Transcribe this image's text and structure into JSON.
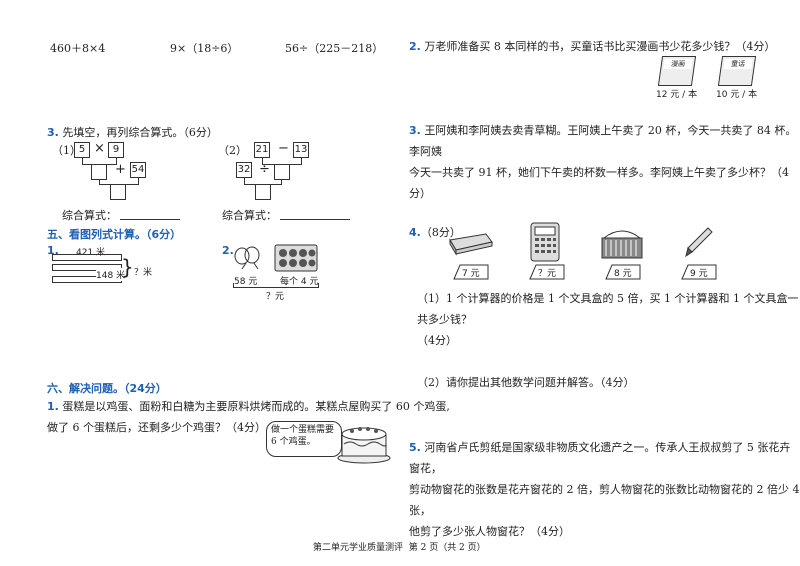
{
  "top_calcs": [
    "460＋8×4",
    "9×（18÷6）",
    "56÷（225－218）"
  ],
  "q3": {
    "number": "3.",
    "text": "先填空，再列综合算式。（6分）",
    "part1": {
      "label": "（1）",
      "a": "5",
      "op1": "×",
      "b": "9",
      "op2": "+",
      "c": "54"
    },
    "part2": {
      "label": "（2）",
      "a": "21",
      "op1": "−",
      "b": "13",
      "c": "32",
      "op2": "÷"
    },
    "formula_label": "综合算式：",
    "formula_label2": "综合算式："
  },
  "section5": {
    "title": "五、看图列式计算。（6分）",
    "q1": {
      "number": "1.",
      "total": "421 米",
      "part": "148 米",
      "unknown": "？米"
    },
    "q2": {
      "number": "2.",
      "price1": "58 元",
      "price2": "每个 4 元",
      "unknown": "？元"
    }
  },
  "section6": {
    "title": "六、解决问题。（24分）",
    "q1": {
      "number": "1.",
      "line1": "蛋糕是以鸡蛋、面粉和白糖为主要原料烘烤而成的。某糕点屋购买了 60 个鸡蛋,",
      "line2": "做了 6 个蛋糕后，还剩多少个鸡蛋？（4分）",
      "bubble1": "做一个蛋糕需要",
      "bubble2": "6 个鸡蛋。"
    }
  },
  "right": {
    "q2": {
      "number": "2.",
      "text": "万老师准备买 8 本同样的书，买童话书比买漫画书少花多少钱？（4分）",
      "book1_cover": "漫画",
      "book2_cover": "童话",
      "price1": "12 元 / 本",
      "price2": "10 元 / 本"
    },
    "q3": {
      "number": "3.",
      "line1": "王阿姨和李阿姨去卖青草糊。王阿姨上午卖了 20 杯，今天一共卖了 84 杯。李阿姨",
      "line2": "今天一共卖了 91 杯，她们下午卖的杯数一样多。李阿姨上午卖了多少杯？（4分）"
    },
    "q4": {
      "number": "4.",
      "score": "（8分）",
      "prices": [
        "7 元",
        "？元",
        "8 元",
        "9 元"
      ],
      "sub1_line1": "（1）1 个计算器的价格是 1 个文具盒的 5 倍，买 1 个计算器和 1 个文具盒一共多少钱？",
      "sub1_line2": "（4分）",
      "sub2": "（2）请你提出其他数学问题并解答。（4分）"
    },
    "q5": {
      "number": "5.",
      "line1": "河南省卢氏剪纸是国家级非物质文化遗产之一。传承人王叔叔剪了 5 张花卉窗花，",
      "line2": "剪动物窗花的张数是花卉窗花的 2 倍，剪人物窗花的张数比动物窗花的 2 倍少 4 张，",
      "line3": "他剪了多少张人物窗花？（4分）"
    }
  },
  "footer": {
    "left": "第二单元学业质量测评",
    "right": "第 2 页（共 2 页）"
  }
}
